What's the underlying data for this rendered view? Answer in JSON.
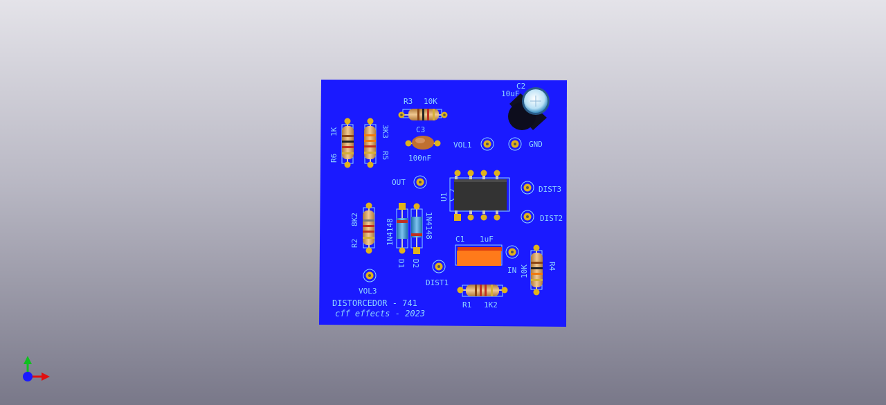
{
  "board": {
    "color": "#1a1aff",
    "silkscreen_color": "#8fd6ff",
    "pad_color": "#e0b21b",
    "title_line1": "DISTORCEDOR - 741",
    "title_line2": "cff effects - 2023"
  },
  "components": {
    "r1": {
      "ref": "R1",
      "value": "1K2"
    },
    "r2": {
      "ref": "R2",
      "value": "8K2"
    },
    "r3": {
      "ref": "R3",
      "value": "10K"
    },
    "r4": {
      "ref": "R4",
      "value": "10K"
    },
    "r5": {
      "ref": "R5",
      "value": "3K3"
    },
    "r6": {
      "ref": "R6",
      "value": "1K"
    },
    "c1": {
      "ref": "C1",
      "value": "1uF"
    },
    "c2": {
      "ref": "C2",
      "value": "10uF"
    },
    "c3": {
      "ref": "C3",
      "value": "100nF"
    },
    "d1": {
      "ref": "D1",
      "value": "1N4148"
    },
    "d2": {
      "ref": "D2",
      "value": "1N4148"
    },
    "u1": {
      "ref": "U1"
    }
  },
  "connectors": {
    "vol1": "VOL1",
    "gnd": "GND",
    "out": "OUT",
    "dist3": "DIST3",
    "dist2": "DIST2",
    "in": "IN",
    "dist1": "DIST1",
    "vol3": "VOL3"
  },
  "axis_colors": {
    "x": "#e01010",
    "y": "#10c020",
    "z": "#1a1aff"
  }
}
